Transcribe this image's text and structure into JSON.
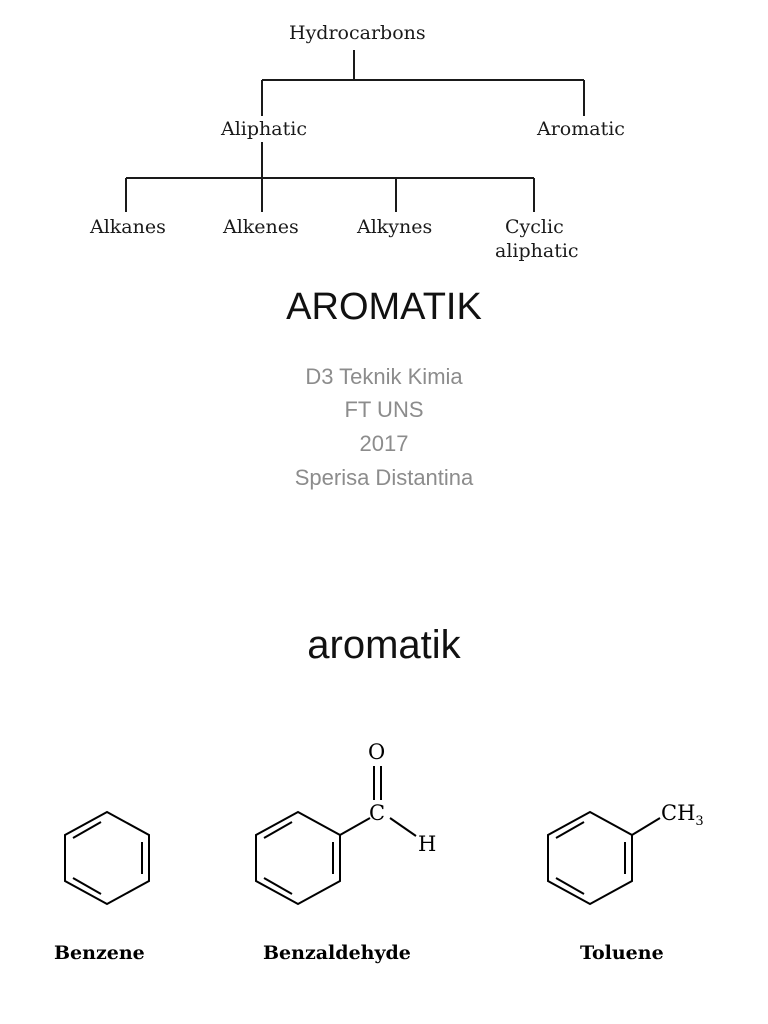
{
  "classification_tree": {
    "root": "Hydrocarbons",
    "level1": [
      "Aliphatic",
      "Aromatic"
    ],
    "level2": [
      "Alkanes",
      "Alkenes",
      "Alkynes",
      "Cyclic aliphatic"
    ],
    "level2_display": {
      "cyclic_line1": "Cyclic",
      "cyclic_line2": "aliphatic"
    }
  },
  "slide1": {
    "title": "AROMATIK",
    "subtitle_lines": [
      "D3 Teknik Kimia",
      "FT UNS",
      "2017",
      "Sperisa Distantina"
    ]
  },
  "slide2": {
    "title": "aromatik",
    "molecules": [
      {
        "name": "Benzene"
      },
      {
        "name": "Benzaldehyde",
        "atoms": {
          "oxygen": "O",
          "carbon": "C",
          "hydrogen": "H"
        }
      },
      {
        "name": "Toluene",
        "substituent": "CH",
        "substituent_sub": "3"
      }
    ]
  },
  "colors": {
    "text": "#111111",
    "subtitle": "#8c8c8c",
    "lines": "#1a1a1a"
  }
}
